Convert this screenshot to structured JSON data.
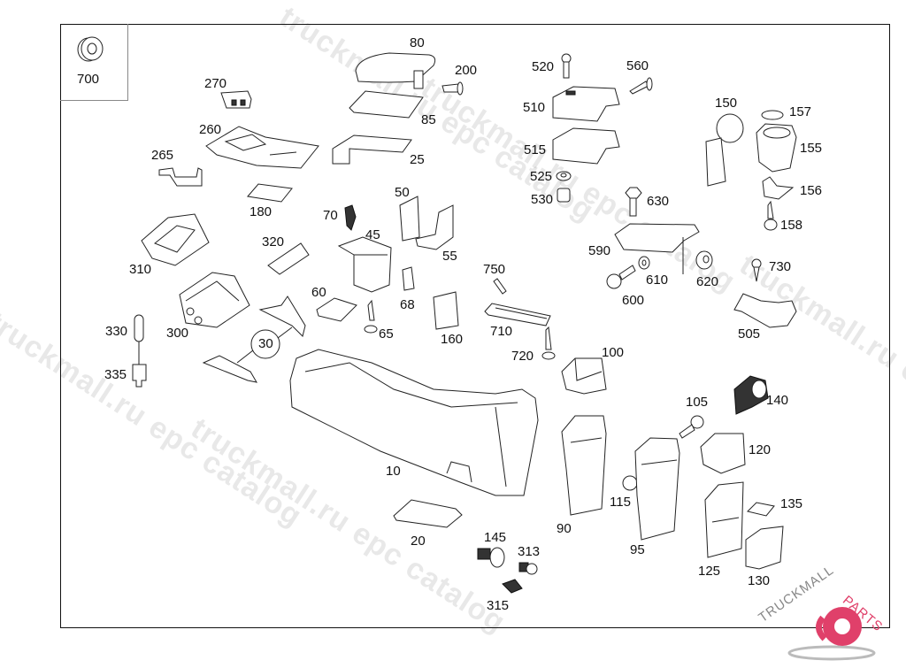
{
  "diagram": {
    "type": "exploded-parts-diagram",
    "subject": "center console assembly",
    "inset_part": {
      "number": "700",
      "icon": "grommet-icon"
    },
    "callouts": [
      {
        "number": "80",
        "part": "armrest-lid"
      },
      {
        "number": "200",
        "part": "screw"
      },
      {
        "number": "85",
        "part": "tray"
      },
      {
        "number": "25",
        "part": "bracket-frame"
      },
      {
        "number": "270",
        "part": "switch-strip"
      },
      {
        "number": "260",
        "part": "shifter-trim-panel"
      },
      {
        "number": "265",
        "part": "bracket"
      },
      {
        "number": "180",
        "part": "mat"
      },
      {
        "number": "310",
        "part": "storage-box"
      },
      {
        "number": "320",
        "part": "cover-strip"
      },
      {
        "number": "300",
        "part": "control-unit"
      },
      {
        "number": "330",
        "part": "bulb"
      },
      {
        "number": "335",
        "part": "bulb-socket"
      },
      {
        "number": "30",
        "part": "support-brackets"
      },
      {
        "number": "70",
        "part": "clip"
      },
      {
        "number": "45",
        "part": "holder"
      },
      {
        "number": "50",
        "part": "panel"
      },
      {
        "number": "55",
        "part": "bracket"
      },
      {
        "number": "60",
        "part": "pad"
      },
      {
        "number": "68",
        "part": "clip-nut"
      },
      {
        "number": "65",
        "part": "screw"
      },
      {
        "number": "160",
        "part": "insert"
      },
      {
        "number": "10",
        "part": "center-console"
      },
      {
        "number": "20",
        "part": "mat"
      },
      {
        "number": "520",
        "part": "screw"
      },
      {
        "number": "560",
        "part": "screw"
      },
      {
        "number": "510",
        "part": "cover"
      },
      {
        "number": "515",
        "part": "cover"
      },
      {
        "number": "525",
        "part": "washer"
      },
      {
        "number": "530",
        "part": "spacer"
      },
      {
        "number": "630",
        "part": "bolt"
      },
      {
        "number": "590",
        "part": "bracket"
      },
      {
        "number": "610",
        "part": "washer"
      },
      {
        "number": "600",
        "part": "bolt"
      },
      {
        "number": "620",
        "part": "washer"
      },
      {
        "number": "750",
        "part": "pin"
      },
      {
        "number": "710",
        "part": "plate"
      },
      {
        "number": "720",
        "part": "screw"
      },
      {
        "number": "150",
        "part": "cup-holder-insert"
      },
      {
        "number": "157",
        "part": "o-ring"
      },
      {
        "number": "155",
        "part": "socket-housing"
      },
      {
        "number": "156",
        "part": "clip"
      },
      {
        "number": "158",
        "part": "screw"
      },
      {
        "number": "730",
        "part": "screw"
      },
      {
        "number": "505",
        "part": "bracket"
      },
      {
        "number": "100",
        "part": "trim-cap"
      },
      {
        "number": "90",
        "part": "rear-panel"
      },
      {
        "number": "105",
        "part": "bolt"
      },
      {
        "number": "115",
        "part": "nut"
      },
      {
        "number": "95",
        "part": "rear-panel"
      },
      {
        "number": "140",
        "part": "vent"
      },
      {
        "number": "120",
        "part": "trim-cap"
      },
      {
        "number": "135",
        "part": "mat"
      },
      {
        "number": "125",
        "part": "rear-panel"
      },
      {
        "number": "130",
        "part": "ashtray"
      },
      {
        "number": "145",
        "part": "socket"
      },
      {
        "number": "313",
        "part": "switch"
      },
      {
        "number": "315",
        "part": "connector"
      }
    ]
  },
  "watermarks": {
    "text1": "truckmall.ru epc catalog",
    "text2": "truckmall.ru epc catalog",
    "text3": "truckmall.ru epc catalog",
    "text4": "truckmall.ru epc catalog"
  },
  "logo": {
    "brand_part1": "TRUCKMALL",
    "brand_part2": "PARTS",
    "color_primary": "#e0406a",
    "color_secondary": "#888888"
  }
}
